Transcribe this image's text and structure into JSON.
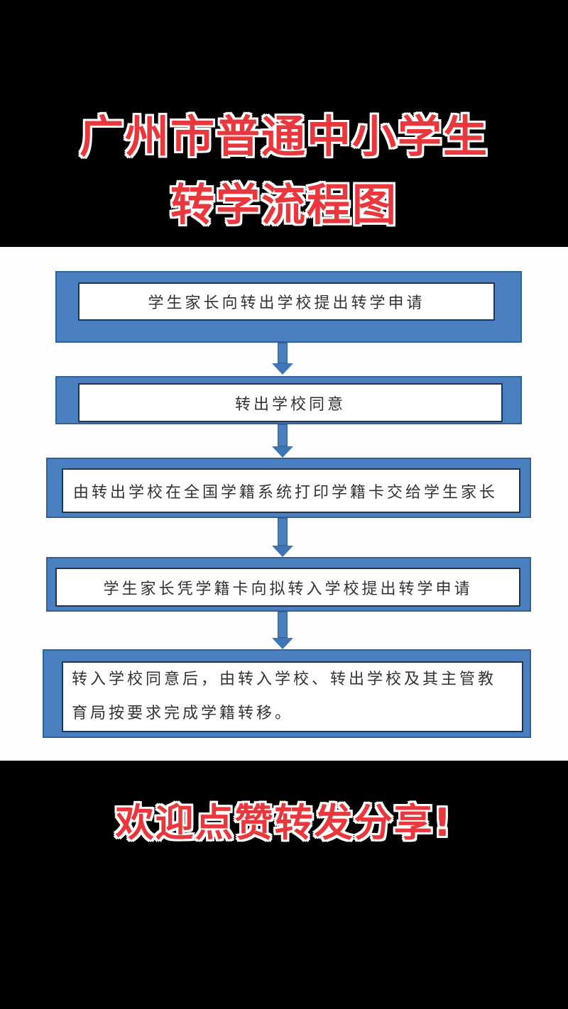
{
  "title": {
    "line1": "广州市普通中小学生",
    "line2": "转学流程图"
  },
  "steps": [
    "学生家长向转出学校提出转学申请",
    "转出学校同意",
    "由转出学校在全国学籍系统打印学籍卡交给学生家长",
    "学生家长凭学籍卡向拟转入学校提出转学申请",
    "转入学校同意后，由转入学校、转出学校及其主管教育局按要求完成学籍转移。"
  ],
  "footer": "欢迎点赞转发分享!",
  "colors": {
    "title": "#e8383d",
    "box": "#4a7fc0"
  }
}
